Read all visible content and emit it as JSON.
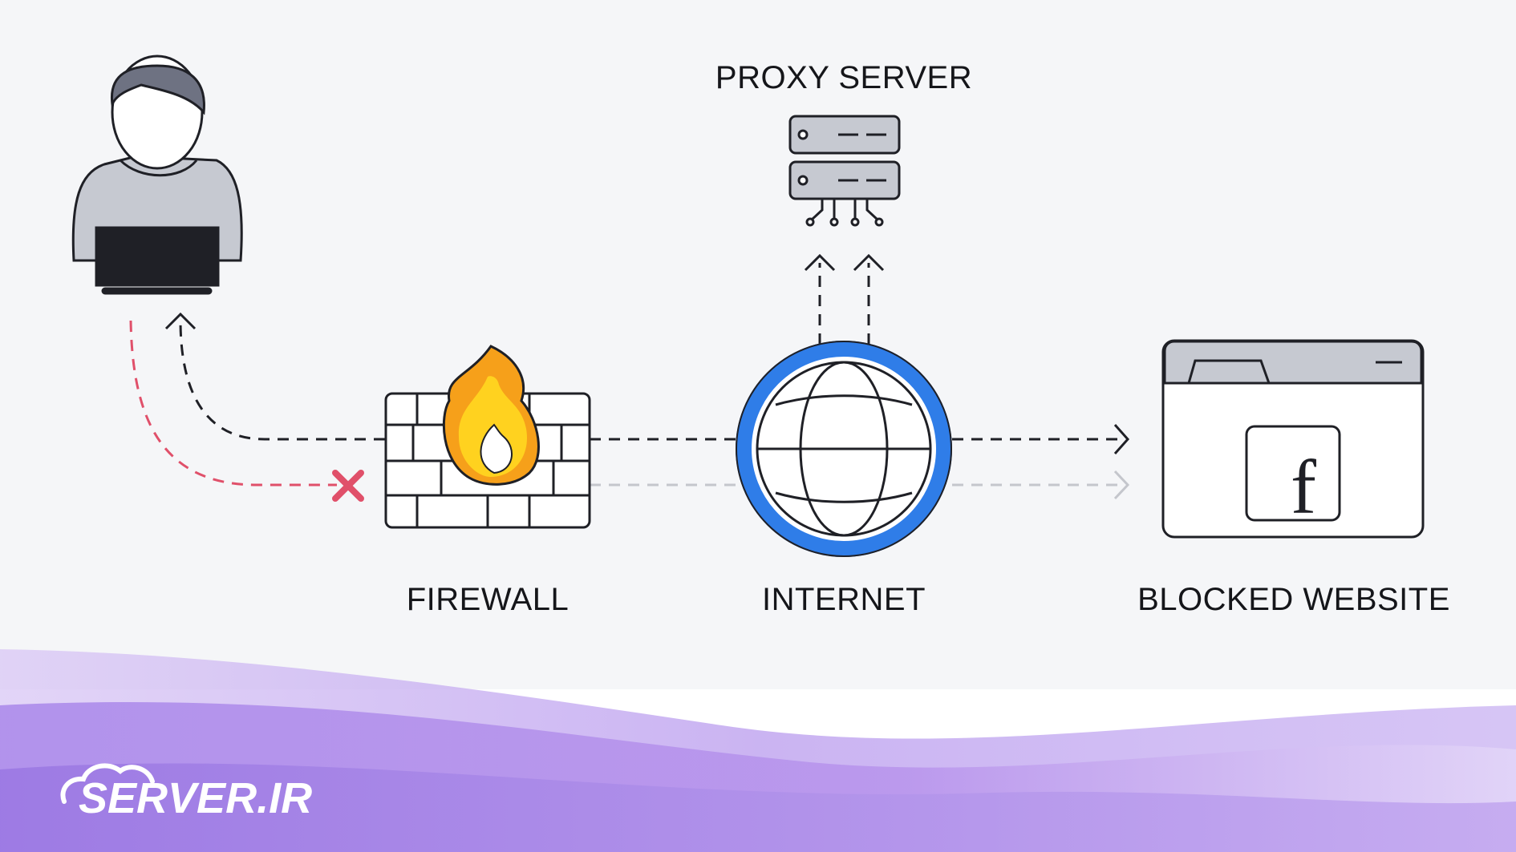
{
  "diagram": {
    "labels": {
      "proxy_server": "PROXY SERVER",
      "firewall": "FIREWALL",
      "internet": "INTERNET",
      "blocked_website": "BLOCKED WEBSITE"
    },
    "website_icon_glyph": "f"
  },
  "branding": {
    "logo_text": "SERVER.IR"
  },
  "colors": {
    "background": "#f5f6f8",
    "outline": "#1f2026",
    "icon_fill": "#c6c9d1",
    "hair_fill": "#6e7282",
    "globe_ring": "#2f7de8",
    "blocked_path": "#e0506a",
    "accent_purple": "#a57de8",
    "flame_outer": "#f6a01a",
    "flame_inner": "#ffd21f"
  },
  "icons": [
    "user-laptop-icon",
    "firewall-brick-icon",
    "flame-icon",
    "globe-icon",
    "server-rack-icon",
    "browser-window-icon",
    "blocked-x-icon",
    "cloud-logo-icon"
  ]
}
